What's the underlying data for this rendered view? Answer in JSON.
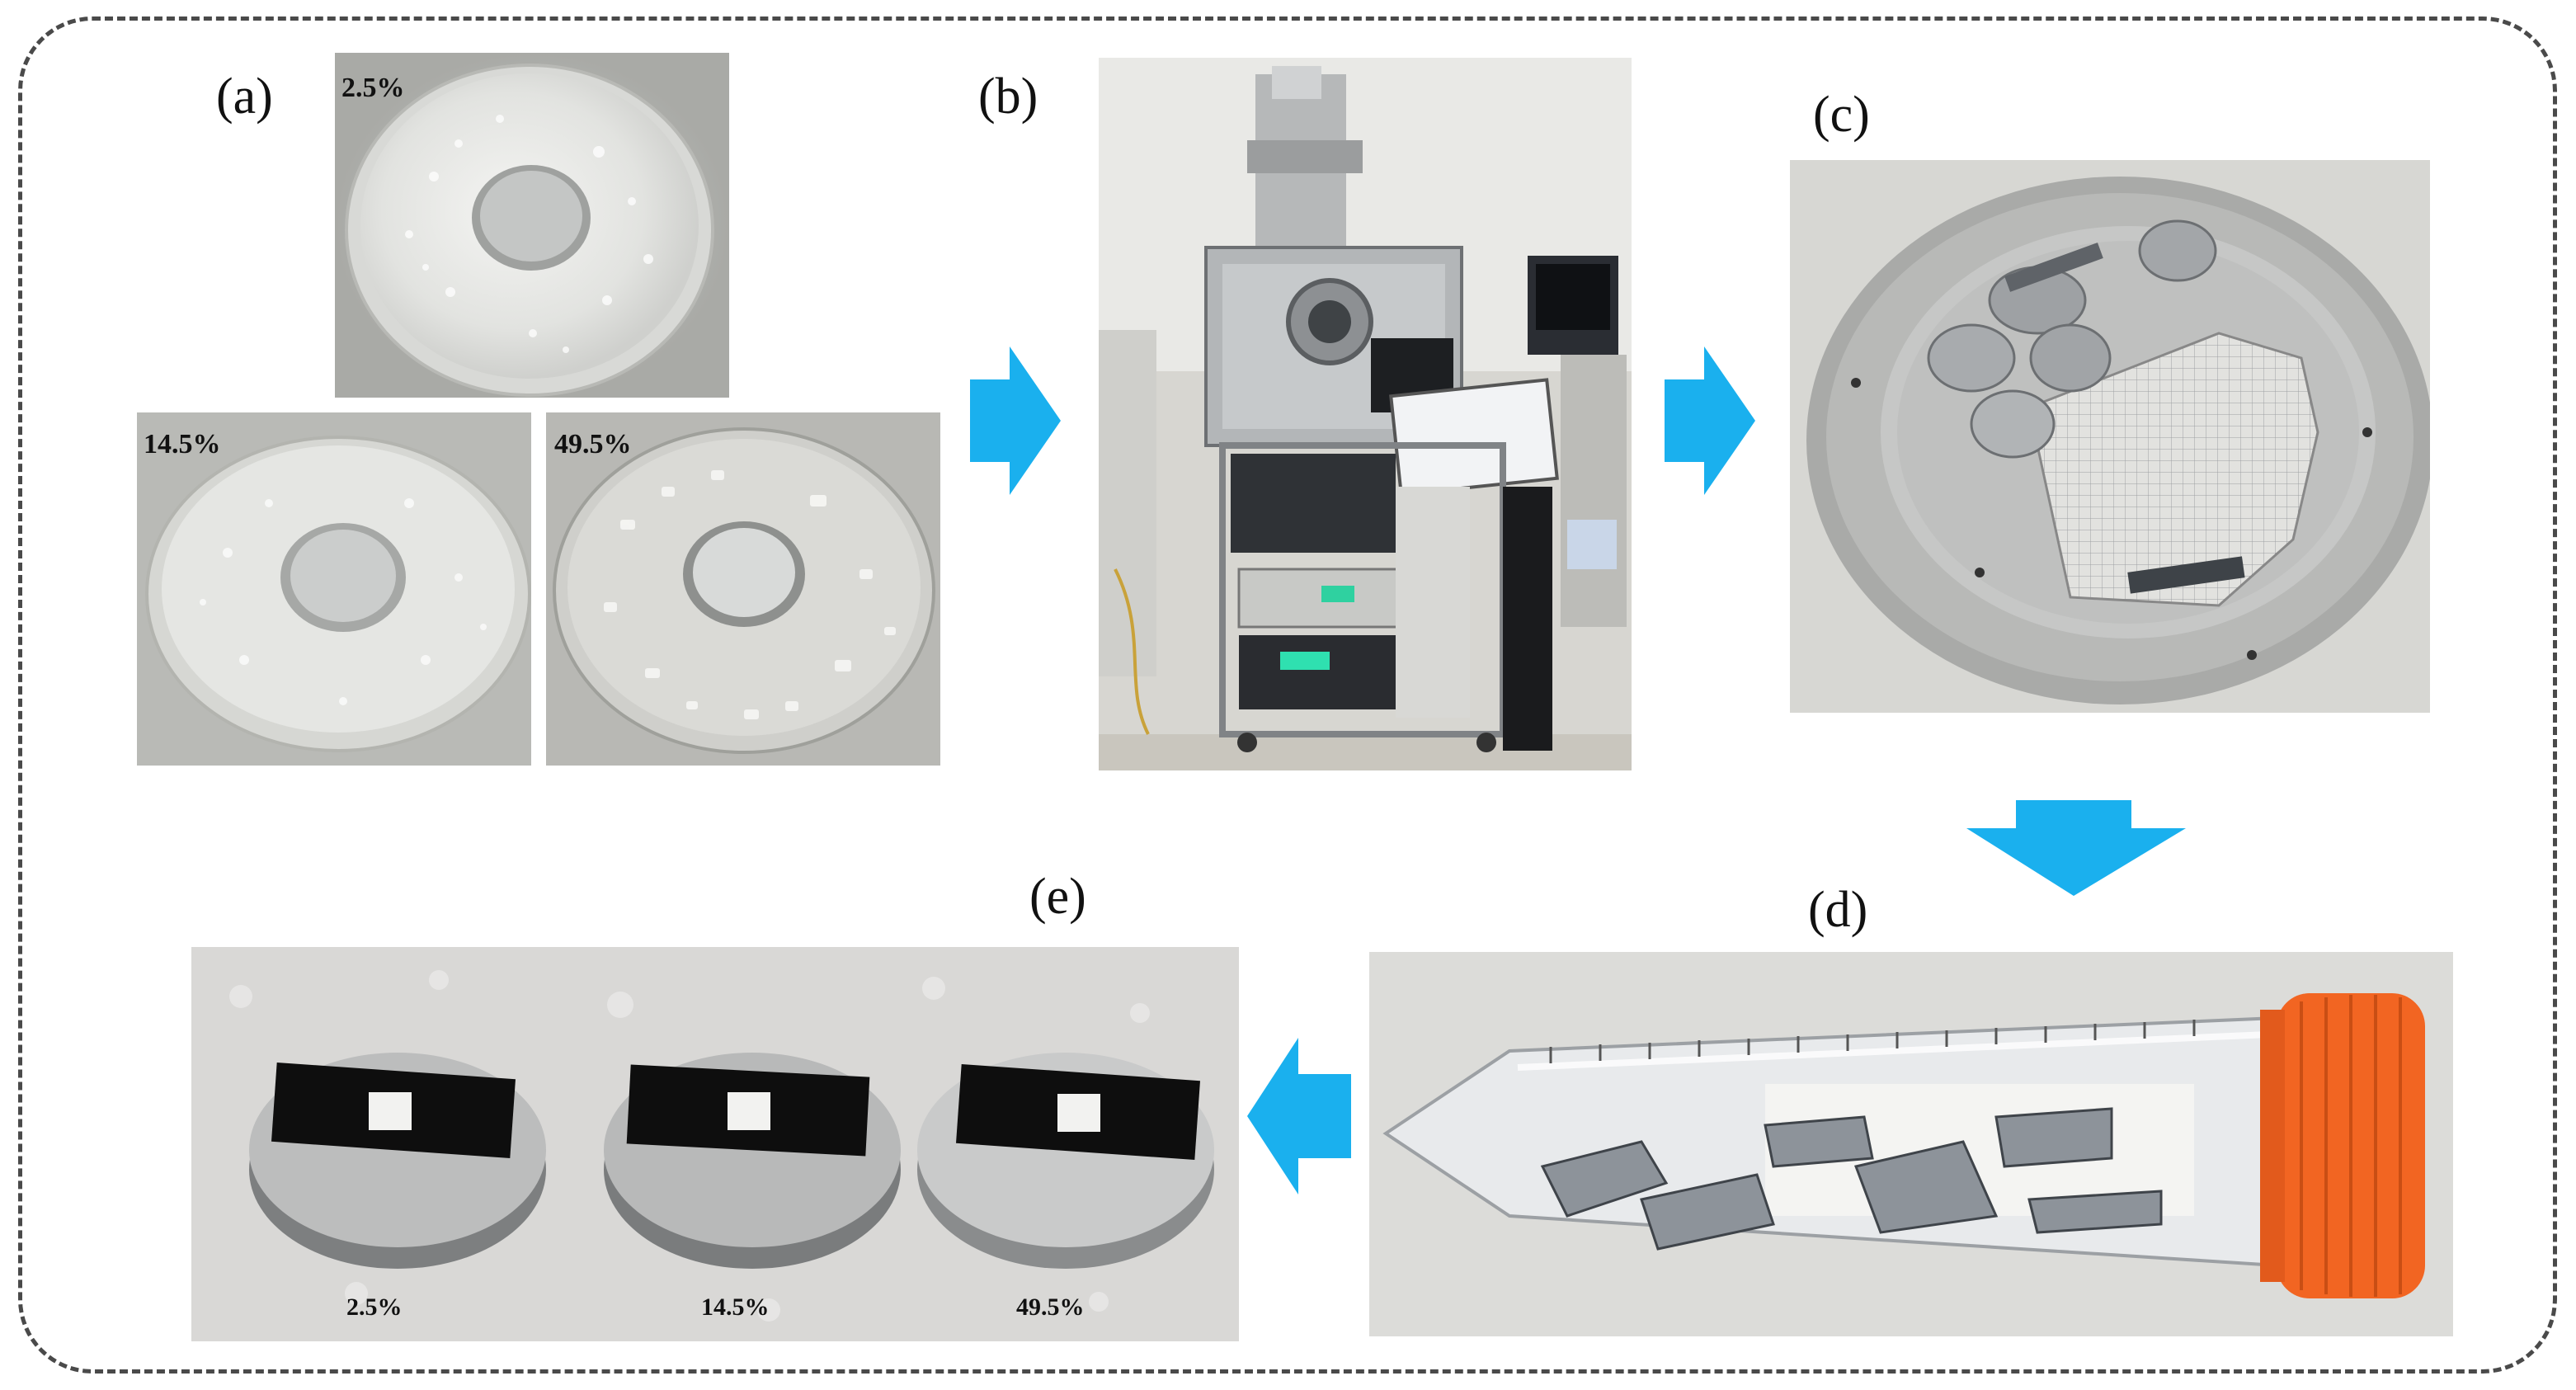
{
  "panels": {
    "a": {
      "label": "(a)",
      "samples": [
        "2.5%",
        "14.5%",
        "49.5%"
      ]
    },
    "b": {
      "label": "(b)"
    },
    "c": {
      "label": "(c)"
    },
    "d": {
      "label": "(d)"
    },
    "e": {
      "label": "(e)",
      "samples": [
        "2.5%",
        "14.5%",
        "49.5%"
      ]
    }
  },
  "colors": {
    "arrow": "#1ab0ee",
    "frame": "#4a4a4a",
    "tube_cap": "#f26522",
    "tape": "#111111"
  },
  "icons": [
    "arrow-right-icon",
    "arrow-down-icon",
    "arrow-left-icon"
  ]
}
